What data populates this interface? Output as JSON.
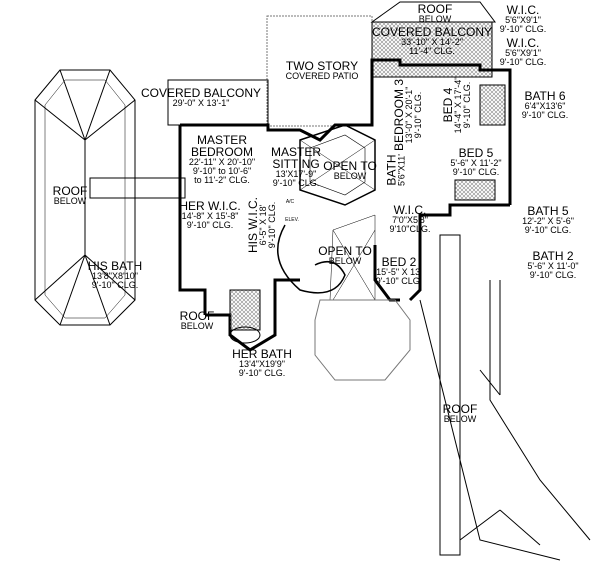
{
  "rooms": [
    {
      "id": "roof-below-top",
      "title": "ROOF",
      "lines": [
        "BELOW"
      ]
    },
    {
      "id": "wic-1",
      "title": "W.I.C.",
      "lines": [
        "5'6\"X9'1\"",
        "9'-10\" CLG."
      ]
    },
    {
      "id": "wic-2",
      "title": "W.I.C.",
      "lines": [
        "5'6\"X9'1\"",
        "9'-10\" CLG."
      ]
    },
    {
      "id": "covered-balcony-right",
      "title": "COVERED BALCONY",
      "lines": [
        "33'-10\" X 14'-2\"",
        "11'-4\" CLG."
      ]
    },
    {
      "id": "two-story-patio",
      "title": "TWO STORY",
      "lines": [
        "COVERED PATIO"
      ]
    },
    {
      "id": "covered-balcony-left",
      "title": "COVERED BALCONY",
      "lines": [
        "29'-0\" X 13'-1\""
      ]
    },
    {
      "id": "master-bedroom",
      "title": "MASTER BEDROOM",
      "lines": [
        "22'-11\" X 20'-10\"",
        "9'-10\" to 10'-6\"",
        "to 11'-2\" CLG."
      ]
    },
    {
      "id": "master-sitting",
      "title": "MASTER SITTING",
      "lines": [
        "13'X17'-9\"",
        "9'-10\" CLG."
      ]
    },
    {
      "id": "open-to-below-1",
      "title": "OPEN TO",
      "lines": [
        "BELOW"
      ]
    },
    {
      "id": "bedroom-3",
      "title": "BEDROOM 3",
      "lines": [
        "13'-0\" X 20'-1\"",
        "9'-10\" CLG."
      ]
    },
    {
      "id": "bath-3",
      "title": "BATH",
      "lines": [
        "5'6\"X11'"
      ]
    },
    {
      "id": "bed-4",
      "title": "BED 4",
      "lines": [
        "14'-4\" X 17'-4\"",
        "9'-10\" CLG."
      ]
    },
    {
      "id": "bath-6",
      "title": "BATH 6",
      "lines": [
        "6'4\"X13'6\"",
        "9'-10\" CLG."
      ]
    },
    {
      "id": "bed-5",
      "title": "BED 5",
      "lines": [
        "5'-6\" X 11'-2\"",
        "9'-10\" CLG."
      ]
    },
    {
      "id": "bath-5",
      "title": "BATH 5",
      "lines": [
        "12'-2\" X 5'-6\"",
        "9'-10\" CLG."
      ]
    },
    {
      "id": "roof-below-left",
      "title": "ROOF",
      "lines": [
        "BELOW"
      ]
    },
    {
      "id": "her-wic",
      "title": "HER W.I.C.",
      "lines": [
        "14'-8\" X 15'-8\"",
        "9'-10\" CLG."
      ]
    },
    {
      "id": "his-wic",
      "title": "HIS W.I.C.",
      "lines": [
        "6'-5\" X 18'",
        "9'-10\" CLG."
      ]
    },
    {
      "id": "his-bath",
      "title": "HIS BATH",
      "lines": [
        "13'8\"X8'10\"",
        "9'-10\" CLG."
      ]
    },
    {
      "id": "open-to-below-2",
      "title": "OPEN TO",
      "lines": [
        "BELOW"
      ]
    },
    {
      "id": "wic-3",
      "title": "W.I.C.",
      "lines": [
        "7'0\"X5'8\"",
        "9'10\"CLG."
      ]
    },
    {
      "id": "bed-2",
      "title": "BED 2",
      "lines": [
        "15'-5\" X 13'",
        "9'-10\" CLG."
      ]
    },
    {
      "id": "bath-2",
      "title": "BATH 2",
      "lines": [
        "5'-6\" X 11'-0\"",
        "9'-10\" CLG."
      ]
    },
    {
      "id": "roof-below-mid",
      "title": "ROOF",
      "lines": [
        "BELOW"
      ]
    },
    {
      "id": "her-bath",
      "title": "HER BATH",
      "lines": [
        "13'4\"X19'9\"",
        "9'-10\" CLG."
      ]
    },
    {
      "id": "roof-below-right",
      "title": "ROOF",
      "lines": [
        "BELOW"
      ]
    }
  ],
  "small_labels": {
    "elevator": "ELEV.",
    "ac": "A/C"
  },
  "colors": {
    "line": "#000000",
    "hatch": "#9a9a9a",
    "background": "#ffffff"
  }
}
